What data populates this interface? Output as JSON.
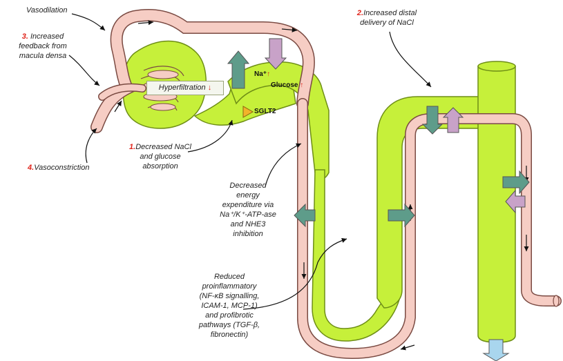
{
  "labels": {
    "vasodilation": "Vasodilation",
    "feedback_num": "3.",
    "feedback_l1": "Increased",
    "feedback_l2": "feedback from",
    "feedback_l3": "macula densa",
    "distal_num": "2.",
    "distal_l1": "Increased distal",
    "distal_l2": "delivery of NaCl",
    "nacl_num": "1.",
    "nacl_l1": "Decreased NaCl",
    "nacl_l2": "and glucose",
    "nacl_l3": "absorption",
    "vaso_num": "4.",
    "vasoconstriction": "Vasoconstriction",
    "energy_l1": "Decreased",
    "energy_l2": "energy",
    "energy_l3": "expenditure via",
    "energy_l4": "Na⁺/K⁺-ATP-ase",
    "energy_l5": "and NHE3",
    "energy_l6": "inhibition",
    "reduced_l1": "Reduced",
    "reduced_l2": "proinflammatory",
    "reduced_l3": "(NF-κB signalling,",
    "reduced_l4": "ICAM-1, MCP-1)",
    "reduced_l5": "and profibrotic",
    "reduced_l6": "pathways (TGF-β,",
    "reduced_l7": "fibronectin)",
    "hyperfiltration": "Hyperfiltration",
    "down_arrow": "↓",
    "na": "Na⁺",
    "glucose": "Glucose",
    "up_arrow": "↑",
    "sglt2": "SGLT2"
  },
  "colors": {
    "tubule": "#c6f03a",
    "tubule_edge": "#6e8e16",
    "vessel": "#f6cdc4",
    "vessel_edge": "#7a4a42",
    "teal_arrow": "#5e9c8a",
    "lilac_arrow": "#c8a2c8",
    "blue_arrow": "#a9d6ee",
    "sglt2": "#f2b32a",
    "accent_red": "#e0241b"
  }
}
